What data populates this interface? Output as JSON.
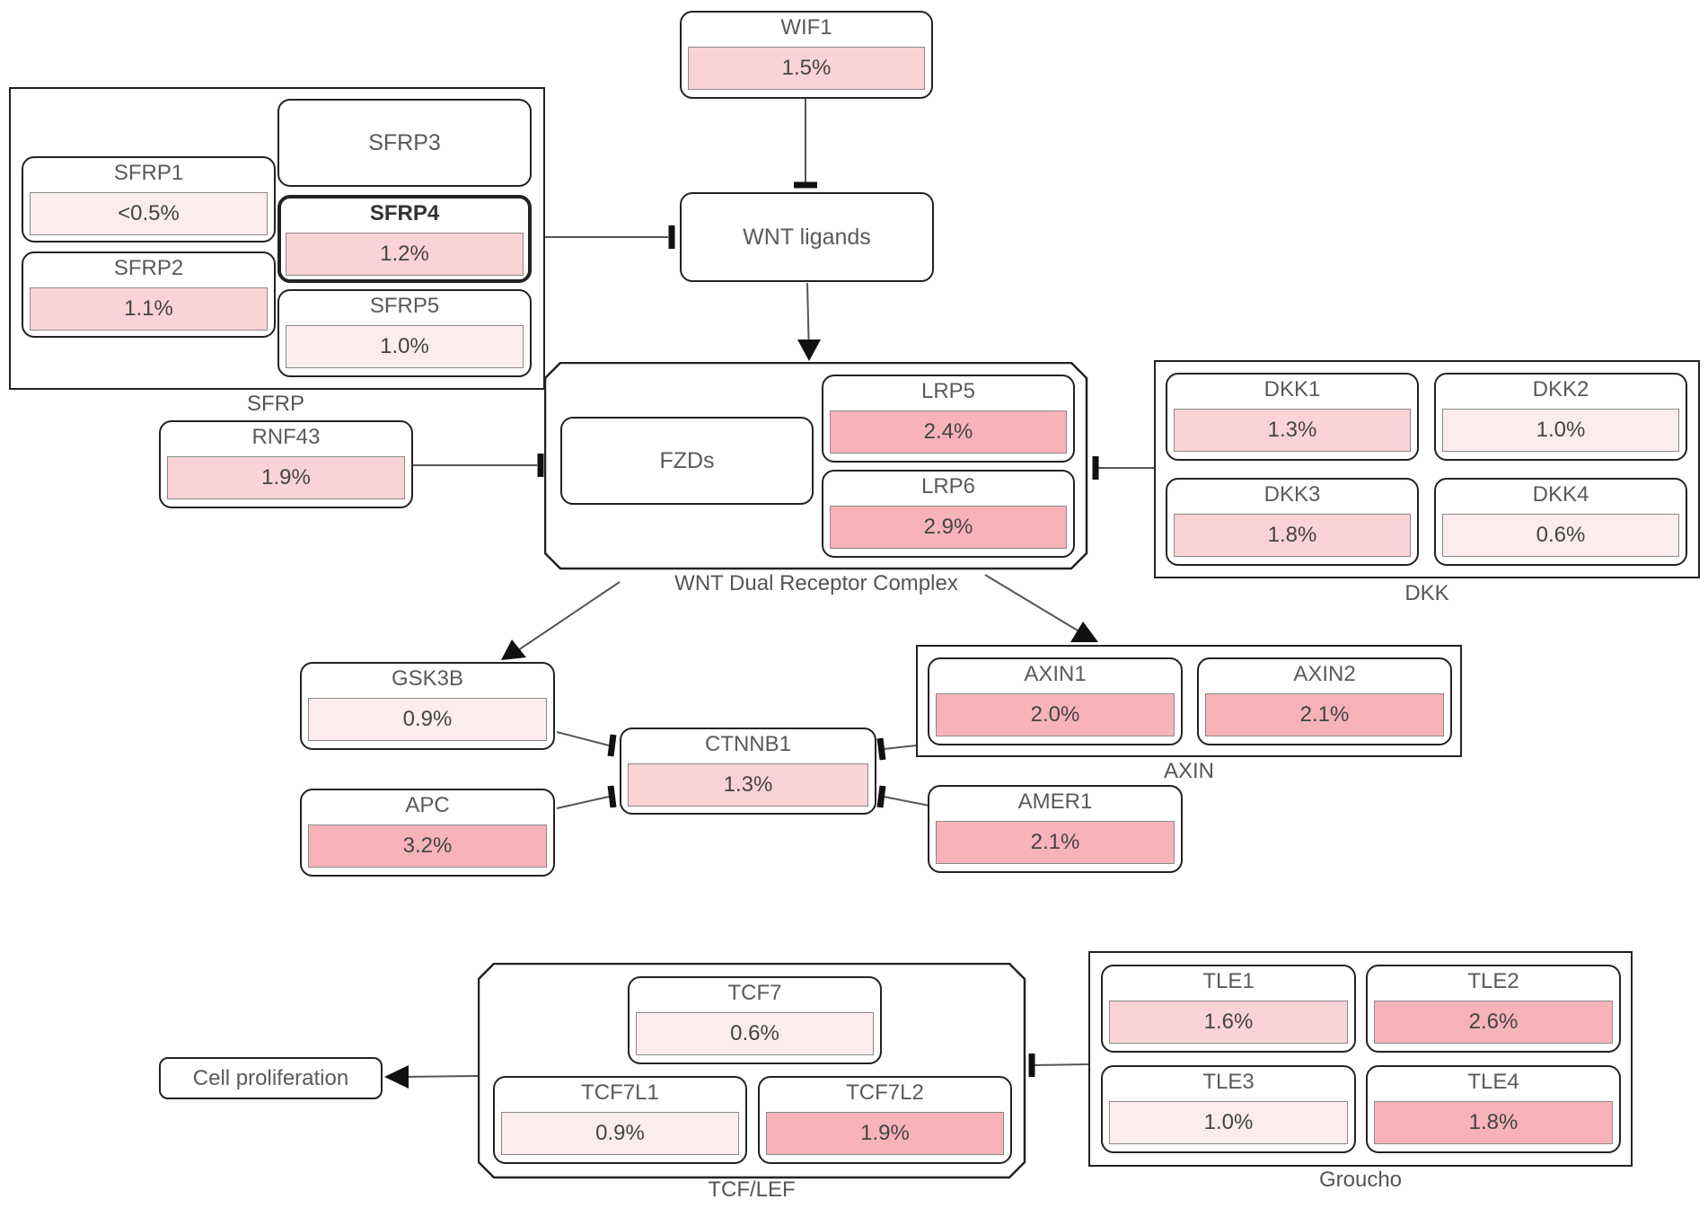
{
  "colors": {
    "pct_low": "#fdeced",
    "pct_mid": "#fbd3d6",
    "pct_high": "#f7b3b8",
    "border": "#222222"
  },
  "genes": {
    "wif1": {
      "name": "WIF1",
      "pct": "1.5%"
    },
    "sfrp1": {
      "name": "SFRP1",
      "pct": "<0.5%"
    },
    "sfrp2": {
      "name": "SFRP2",
      "pct": "1.1%"
    },
    "sfrp3": {
      "name": "SFRP3"
    },
    "sfrp4": {
      "name": "SFRP4",
      "pct": "1.2%"
    },
    "sfrp5": {
      "name": "SFRP5",
      "pct": "1.0%"
    },
    "wnt": {
      "name": "WNT ligands"
    },
    "rnf43": {
      "name": "RNF43",
      "pct": "1.9%"
    },
    "fzds": {
      "name": "FZDs"
    },
    "lrp5": {
      "name": "LRP5",
      "pct": "2.4%"
    },
    "lrp6": {
      "name": "LRP6",
      "pct": "2.9%"
    },
    "dkk1": {
      "name": "DKK1",
      "pct": "1.3%"
    },
    "dkk2": {
      "name": "DKK2",
      "pct": "1.0%"
    },
    "dkk3": {
      "name": "DKK3",
      "pct": "1.8%"
    },
    "dkk4": {
      "name": "DKK4",
      "pct": "0.6%"
    },
    "gsk3b": {
      "name": "GSK3B",
      "pct": "0.9%"
    },
    "apc": {
      "name": "APC",
      "pct": "3.2%"
    },
    "ctnnb1": {
      "name": "CTNNB1",
      "pct": "1.3%"
    },
    "axin1": {
      "name": "AXIN1",
      "pct": "2.0%"
    },
    "axin2": {
      "name": "AXIN2",
      "pct": "2.1%"
    },
    "amer1": {
      "name": "AMER1",
      "pct": "2.1%"
    },
    "tcf7": {
      "name": "TCF7",
      "pct": "0.6%"
    },
    "tcf7l1": {
      "name": "TCF7L1",
      "pct": "0.9%"
    },
    "tcf7l2": {
      "name": "TCF7L2",
      "pct": "1.9%"
    },
    "tle1": {
      "name": "TLE1",
      "pct": "1.6%"
    },
    "tle2": {
      "name": "TLE2",
      "pct": "2.6%"
    },
    "tle3": {
      "name": "TLE3",
      "pct": "1.0%"
    },
    "tle4": {
      "name": "TLE4",
      "pct": "1.8%"
    },
    "cellprol": {
      "name": "Cell proliferation"
    }
  },
  "groups": {
    "sfrp": "SFRP",
    "receptor": "WNT Dual Receptor Complex",
    "dkk": "DKK",
    "axin": "AXIN",
    "tcflef": "TCF/LEF",
    "groucho": "Groucho"
  }
}
